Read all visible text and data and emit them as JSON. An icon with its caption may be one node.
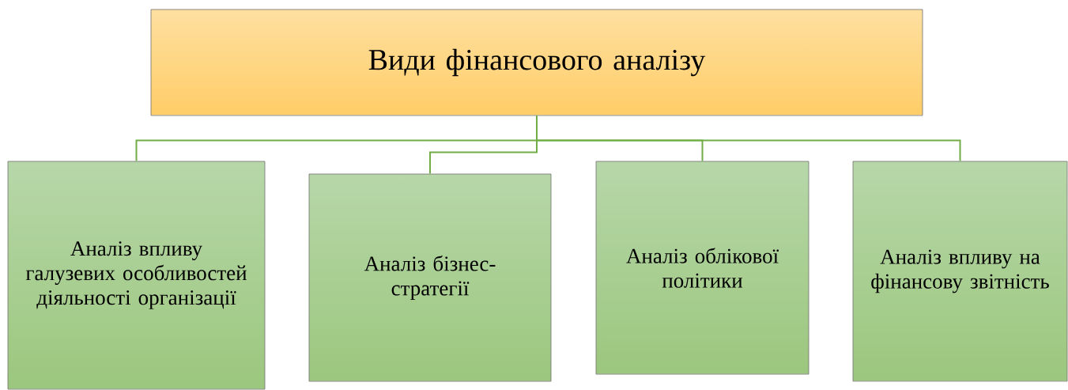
{
  "diagram": {
    "nodes": [
      {
        "text": [
          "Види фінансового аналізу"
        ]
      },
      {
        "text": [
          "Аналіз впливу галузевих особливостей діяльності організації"
        ]
      },
      {
        "text": [
          "Аналіз бізнес-стратегії"
        ]
      },
      {
        "text": [
          "Аналіз облікової політики"
        ]
      },
      {
        "text": [
          "Аналіз впливу на фінансову звітність"
        ]
      }
    ],
    "edges": [
      {
        "from": 0,
        "to": 1,
        "arrow": "none"
      },
      {
        "from": 0,
        "to": 2,
        "arrow": "none"
      },
      {
        "from": 0,
        "to": 3,
        "arrow": "none"
      },
      {
        "from": 0,
        "to": 4,
        "arrow": "none"
      }
    ]
  }
}
